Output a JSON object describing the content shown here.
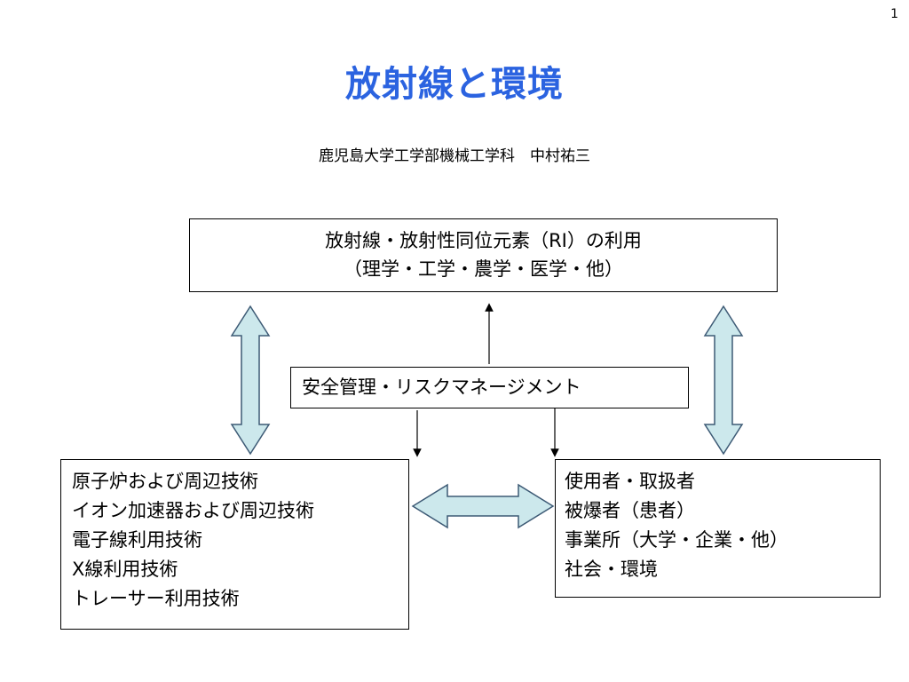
{
  "page_number": "1",
  "title": "放射線と環境",
  "subtitle": "鹿児島大学工学部機械工学科　中村祐三",
  "top_box": {
    "line1": "放射線・放射性同位元素（RI）の利用",
    "line2": "（理学・工学・農学・医学・他）"
  },
  "middle_box": {
    "label": "安全管理・リスクマネージメント"
  },
  "left_box": {
    "lines": [
      "原子炉および周辺技術",
      "イオン加速器および周辺技術",
      "電子線利用技術",
      "X線利用技術",
      "トレーサー利用技術"
    ]
  },
  "right_box": {
    "lines": [
      "使用者・取扱者",
      "被爆者（患者）",
      "事業所（大学・企業・他）",
      "社会・環境"
    ]
  },
  "colors": {
    "title": "#2b63e0",
    "arrow_fill": "#cce8ec",
    "arrow_stroke": "#3d5a75"
  }
}
